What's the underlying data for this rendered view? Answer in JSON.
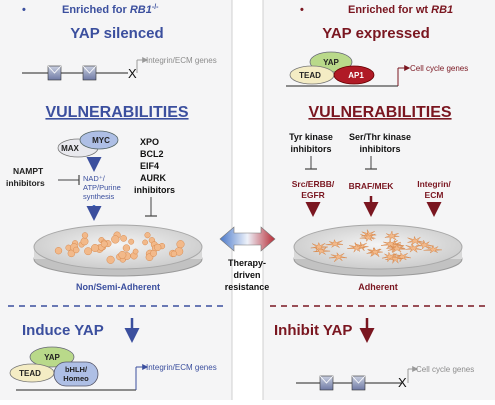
{
  "colors": {
    "blue": "#3b4f9e",
    "red": "#7a1620",
    "panel_bg": "#f5f5f6",
    "yap": "#b9d98a",
    "tead": "#f4ecc4",
    "ap1": "#b01a26",
    "myc": "#aebfe5",
    "max": "#e9e9ee",
    "cell": "#f2b98a",
    "grey_text": "#8c8c8c"
  },
  "left": {
    "enriched_prefix": "Enriched for ",
    "enriched_gene": "RB1",
    "enriched_sup": "-/-",
    "state_title": "YAP silenced",
    "silenced_genes": "Integrin/ECM genes",
    "silenced_mark": "X",
    "vuln_title": "VULNERABILITIES",
    "myc": "MYC",
    "max": "MAX",
    "nampt": [
      "NAMPT",
      "inhibitors"
    ],
    "metab": [
      "NAD⁺/",
      "ATP/Purine",
      "synthesis"
    ],
    "targets": [
      "XPO",
      "BCL2",
      "EIF4",
      "AURK",
      "inhibitors"
    ],
    "dish_label": "Non/Semi-Adherent",
    "action": "Induce YAP",
    "yap": "YAP",
    "tead": "TEAD",
    "bhlh": [
      "bHLH/",
      "Homeo"
    ],
    "induced_genes": "Integrin/ECM genes"
  },
  "right": {
    "enriched_prefix": "Enriched for wt ",
    "enriched_gene": "RB1",
    "state_title": "YAP expressed",
    "yap": "YAP",
    "tead": "TEAD",
    "ap1": "AP1",
    "cc_genes": "Cell cycle genes",
    "vuln_title": "VULNERABILITIES",
    "tyr": [
      "Tyr kinase",
      "inhibitors"
    ],
    "serthr": [
      "Ser/Thr kinase",
      "inhibitors"
    ],
    "src": [
      "Src/ERBB/",
      "EGFR"
    ],
    "braf": "BRAF/MEK",
    "integrin": [
      "Integrin/",
      "ECM"
    ],
    "dish_label": "Adherent",
    "action": "Inhibit YAP",
    "silenced_genes": "Cell cycle genes",
    "silenced_mark": "X"
  },
  "center": {
    "resistance": [
      "Therapy-",
      "driven",
      "resistance"
    ]
  }
}
